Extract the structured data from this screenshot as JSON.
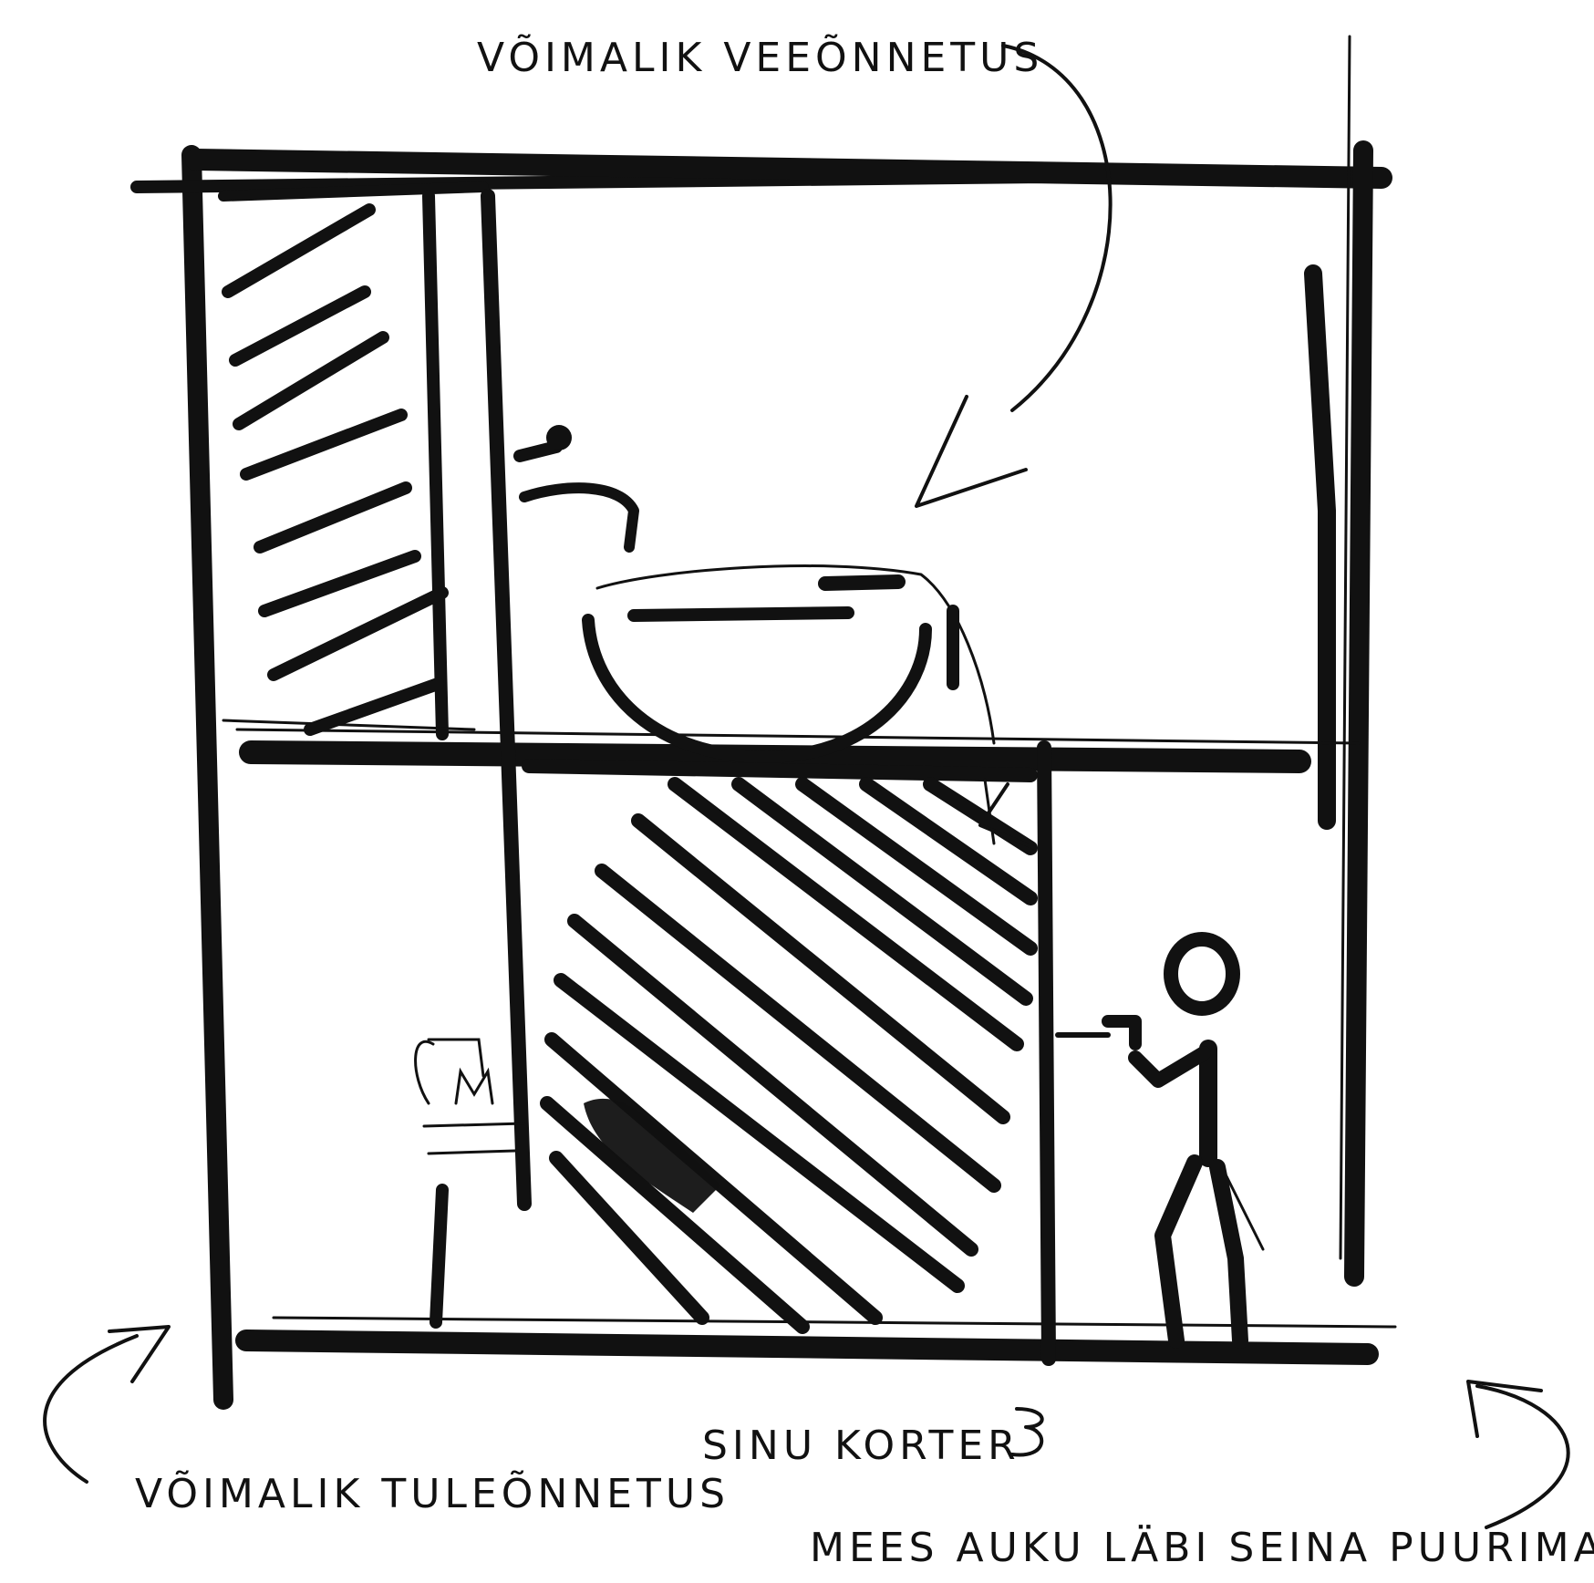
{
  "labels": {
    "water_accident": "VÕIMALIK VEEÕNNETUS",
    "fire_accident": "VÕIMALIK TULEÕNNETUS",
    "your_apartment": "SINU KORTER",
    "man_drilling": "MEES AUKU LÄBI SEINA PUURIMAS"
  },
  "colors": {
    "ink": "#111111",
    "paper": "#ffffff"
  },
  "icons": [
    "arrow-icon",
    "wash-basin-icon",
    "faucet-icon",
    "stove-icon",
    "person-with-drill-icon",
    "smiley-icon"
  ]
}
